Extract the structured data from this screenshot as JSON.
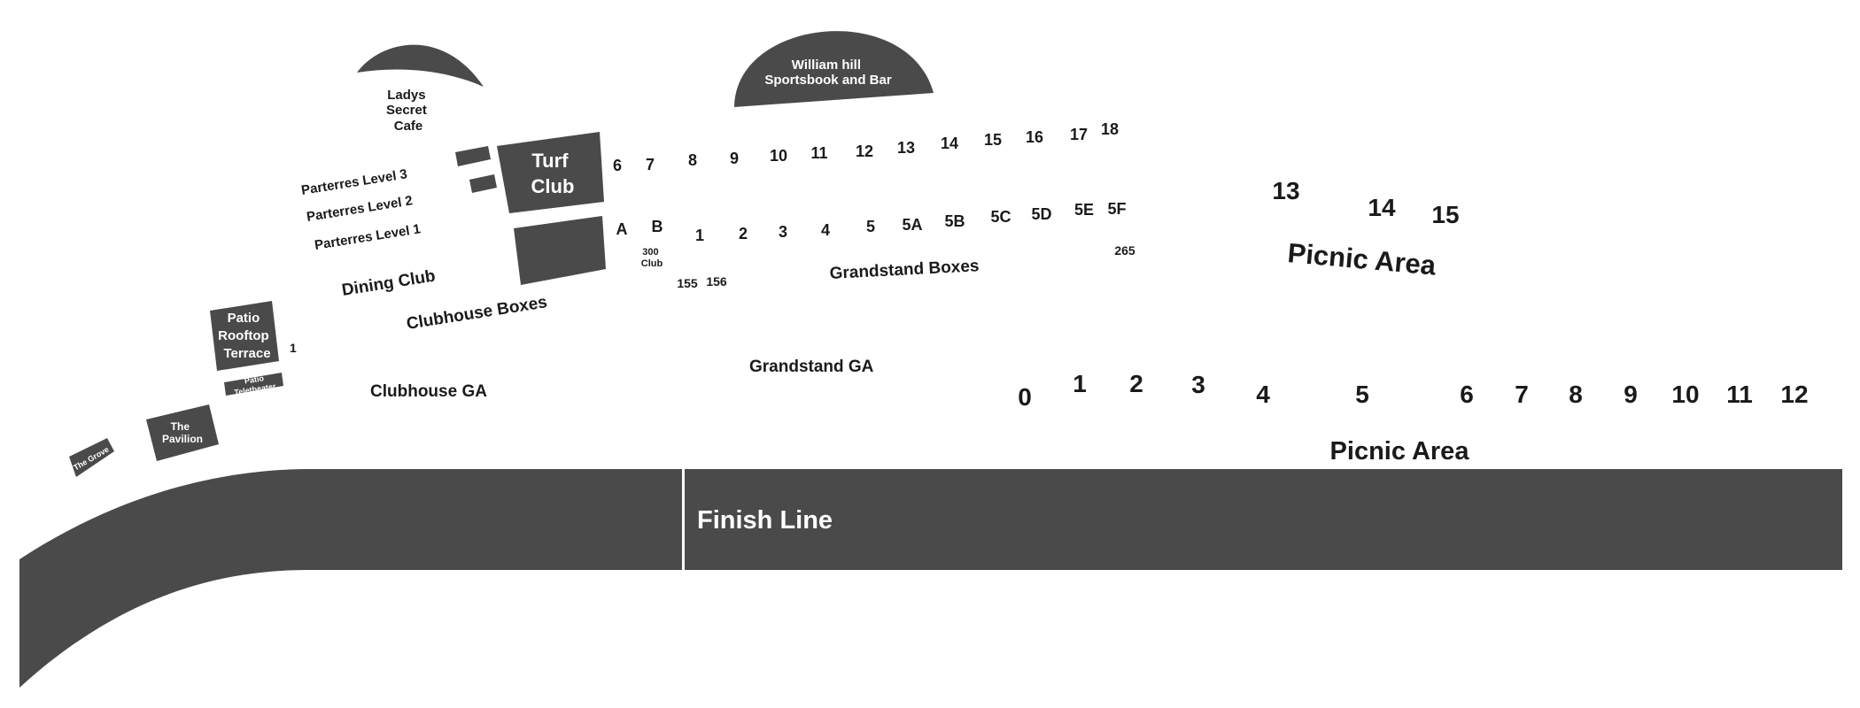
{
  "venue": {
    "ladys_secret_cafe": [
      "Ladys",
      "Secret",
      "Cafe"
    ],
    "william_hill": [
      "William hill",
      "Sportsbook and Bar"
    ],
    "turf_club": [
      "Turf",
      "Club"
    ],
    "parterres": [
      "Parterres Level 3",
      "Parterres Level 2",
      "Parterres Level 1"
    ],
    "dining_club": "Dining Club",
    "clubhouse_boxes": "Clubhouse Boxes",
    "patio_rooftop": [
      "Patio",
      "Rooftop",
      "Terrace"
    ],
    "patio_teletheater": [
      "Patio",
      "Teletheater"
    ],
    "the_pavilion": [
      "The",
      "Pavilion"
    ],
    "the_grove": "The Grove",
    "section_one_left": "1",
    "clubhouse_ga": "Clubhouse GA",
    "grandstand_ga": "Grandstand GA",
    "grandstand_boxes": "Grandstand Boxes",
    "club_300": [
      "300",
      "Club"
    ],
    "sec_155": "155",
    "sec_156": "156",
    "sec_265": "265",
    "finish_line": "Finish Line",
    "picnic_area_upper": "Picnic Area",
    "picnic_area_lower": "Picnic Area"
  },
  "upper_row": [
    "6",
    "7",
    "8",
    "9",
    "10",
    "11",
    "12",
    "13",
    "14",
    "15",
    "16",
    "17",
    "18"
  ],
  "middle_row": [
    "A",
    "B",
    "1",
    "2",
    "3",
    "4",
    "5",
    "5A",
    "5B",
    "5C",
    "5D",
    "5E",
    "5F"
  ],
  "picnic_upper": [
    "13",
    "14",
    "15"
  ],
  "picnic_lower": [
    "0",
    "1",
    "2",
    "3",
    "4",
    "5",
    "6",
    "7",
    "8",
    "9",
    "10",
    "11",
    "12"
  ]
}
